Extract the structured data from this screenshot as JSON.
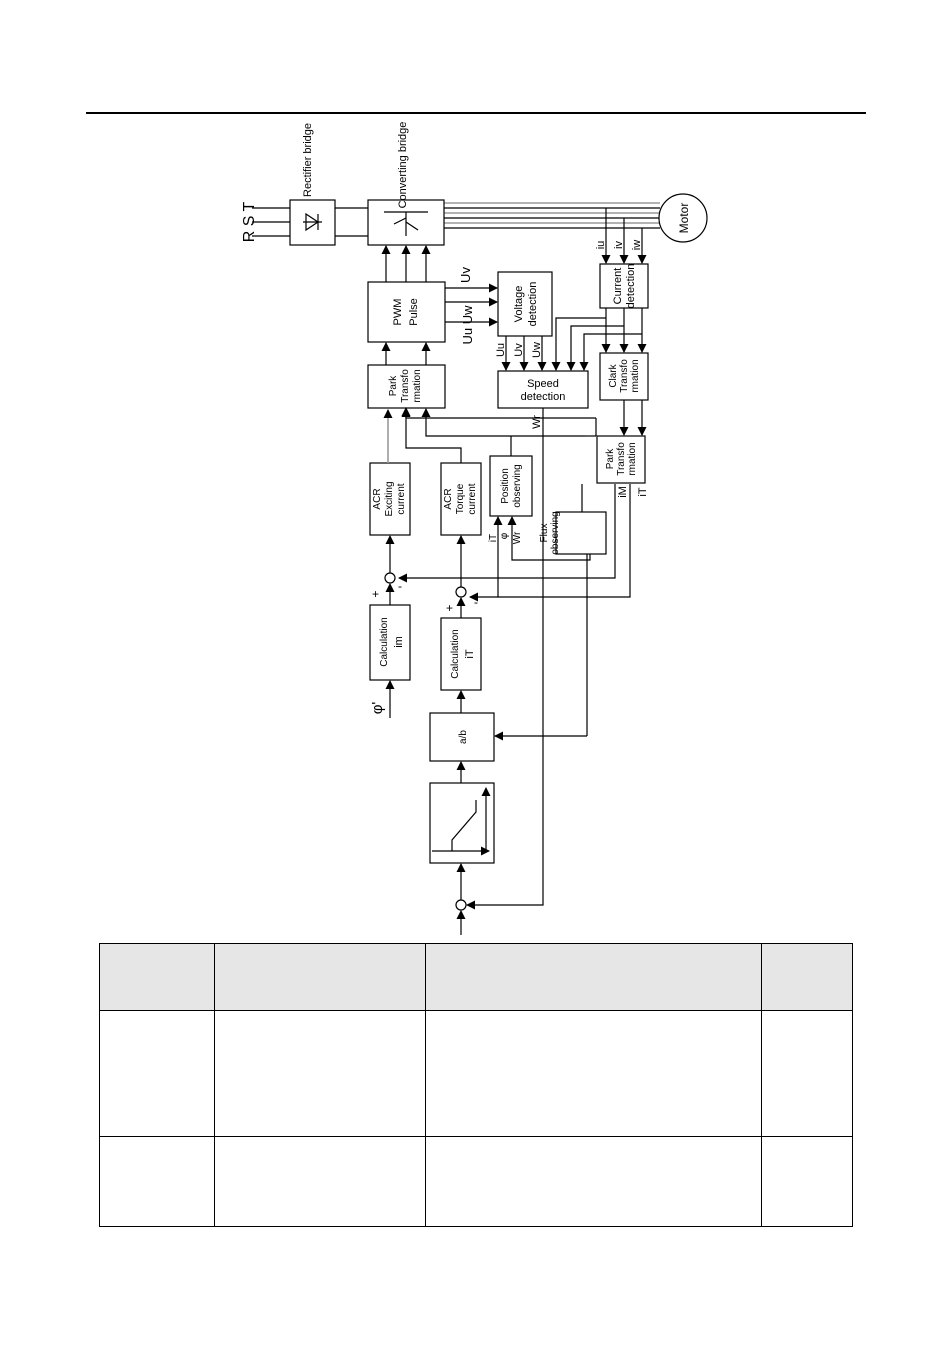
{
  "diagram": {
    "inputs": {
      "rst": "R S T",
      "flux_ref": "φ'"
    },
    "blocks": {
      "rectifier": "Rectifier bridge",
      "converting": "Converting bridge",
      "motor": "Motor",
      "pwm_line1": "PWM",
      "pwm_line2": "Pulse",
      "voltage_line1": "Voltage",
      "voltage_line2": "detection",
      "current_line1": "Current",
      "current_line2": "detection",
      "park_top_line1": "Park",
      "park_top_line2": "Transfo",
      "park_top_line3": "rmation",
      "speed_line1": "Speed",
      "speed_line2": "detection",
      "clark_line1": "Clark",
      "clark_line2": "Transfo",
      "clark_line3": "rmation",
      "park_right_line1": "Park",
      "park_right_line2": "Transfo",
      "park_right_line3": "rmation",
      "acr_exc_line1": "ACR",
      "acr_exc_line2": "Exciting",
      "acr_exc_line3": "current",
      "acr_torque_line1": "ACR",
      "acr_torque_line2": "Torque",
      "acr_torque_line3": "current",
      "position_line1": "Position",
      "position_line2": "observing",
      "flux_line1": "Flux",
      "flux_line2": "observing",
      "calc_im": "Calculation",
      "calc_it": "Calculation",
      "divider": "a/b"
    },
    "signals": {
      "uv": "Uv",
      "uu_uw": "Uu Uw",
      "uu": "Uu",
      "uv2": "Uv",
      "uw": "Uw",
      "iu": "iu",
      "iv": "iv",
      "iw": "iw",
      "wr": "Wr",
      "im_out": "iM",
      "it_out": "iT",
      "it_fb": "iT",
      "phi_fb": "φ",
      "wr_fb": "Wr",
      "im_calc": "im",
      "it_calc": "iT",
      "plus": "+",
      "minus": "-"
    }
  },
  "table": {
    "header": [
      "",
      "",
      "",
      ""
    ],
    "rows": [
      [
        "",
        "",
        "",
        ""
      ],
      [
        "",
        "",
        "",
        ""
      ]
    ]
  }
}
